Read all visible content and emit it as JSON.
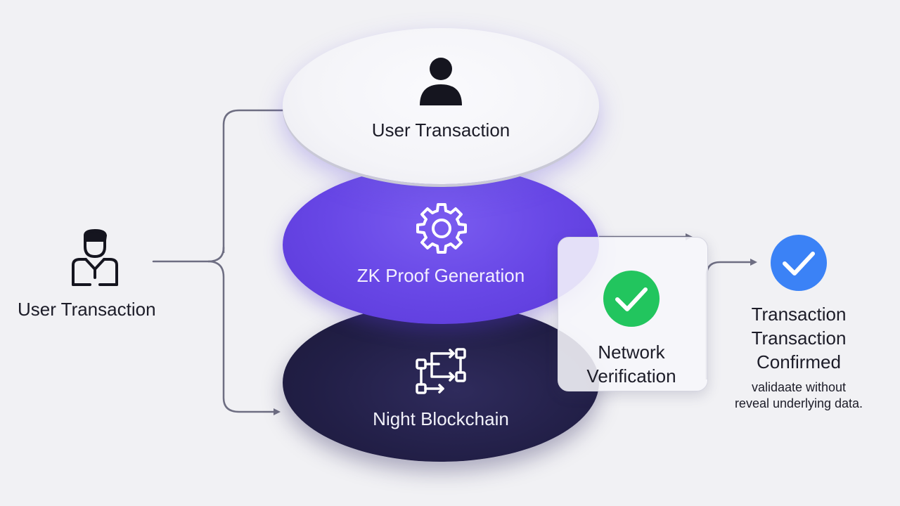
{
  "left_node": {
    "label": "User Transaction",
    "icon": "user-badge-icon"
  },
  "layers": {
    "top": {
      "label": "User Transaction",
      "icon": "person-icon",
      "color": "#f4f4f8"
    },
    "middle": {
      "label": "ZK Proof Generation",
      "icon": "gear-icon",
      "color": "#6847e6"
    },
    "bottom": {
      "label": "Night Blockchain",
      "icon": "blockchain-nodes-icon",
      "color": "#221f47"
    }
  },
  "verification": {
    "line1": "Network",
    "line2": "Verification",
    "icon": "green-check-icon",
    "color": "#22c55e"
  },
  "confirmation": {
    "title_line1": "Transaction",
    "title_line2": "Transaction",
    "title_line3": "Confirmed",
    "desc_line1": "validaate without",
    "desc_line2": "reveal underlying data.",
    "icon": "blue-check-icon",
    "color": "#3b82f6"
  },
  "colors": {
    "connector": "#6e6e82",
    "background": "#f1f1f4"
  }
}
